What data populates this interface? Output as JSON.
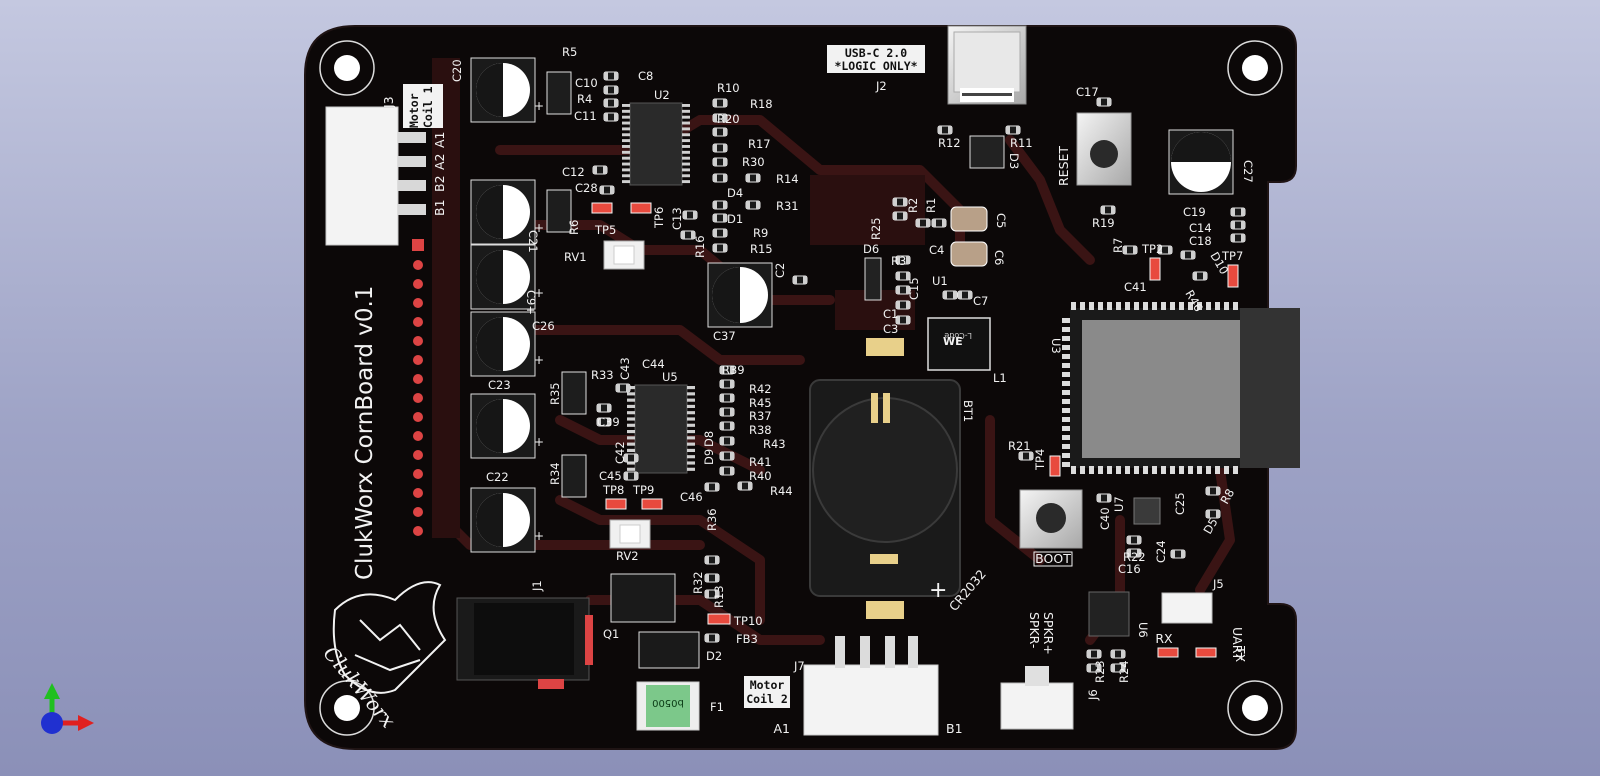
{
  "viewer": {
    "background_top": "#c4c8e0",
    "background_bottom": "#8b90b8",
    "axes_gizmo": {
      "x_color": "#e02020",
      "y_color": "#20c020",
      "z_color": "#2030d0"
    }
  },
  "board": {
    "soldermask_color": "#0c0808",
    "copper_color": "#3a1414",
    "title": "ClukWorx CornBoard v0.1",
    "logo_text": "ClukWorx",
    "usb_label_line1": "USB-C 2.0",
    "usb_label_line2": "*LOGIC ONLY*",
    "motor_coil_1": {
      "line1": "Motor",
      "line2": "Coil 1"
    },
    "motor_coil_2": {
      "line1": "Motor",
      "line2": "Coil 2"
    },
    "j3_pins": [
      "A1",
      "A2",
      "B2",
      "B1"
    ],
    "j7_pin_left": "A1",
    "j7_pin_right": "B1",
    "reset_label": "RESET",
    "boot_label": "BOOT",
    "battery_label": "CR2032",
    "speaker_labels": [
      "SPKR+",
      "SPKR-"
    ],
    "uart_label": "UART",
    "rx_label": "RX",
    "tx_label": "TX",
    "fuse_marking": "b0500",
    "inductor_marking": "L-Code",
    "inductor_logo": "WE"
  },
  "refdes": {
    "C20": "C20",
    "R5": "R5",
    "C8": "C8",
    "C10": "C10",
    "R4": "R4",
    "C11": "C11",
    "U2": "U2",
    "R10": "R10",
    "R18": "R18",
    "R20": "R20",
    "R17": "R17",
    "R30": "R30",
    "R14": "R14",
    "D4": "D4",
    "R31": "R31",
    "D1": "D1",
    "R9": "R9",
    "R16": "R16",
    "R15": "R15",
    "C12": "C12",
    "C28": "C28",
    "R6": "R6",
    "TP6": "TP6",
    "C13": "C13",
    "TP5": "TP5",
    "C21": "C21",
    "RV1": "RV1",
    "C9": "C9+",
    "C26": "C26",
    "C23": "C23",
    "C22": "C22",
    "J3": "J3",
    "C37": "C37",
    "C2": "C2",
    "R25": "R25",
    "R2": "R2",
    "R1": "R1",
    "C5": "C5",
    "C4": "C4",
    "C6": "C6",
    "D6": "D6",
    "R3": "R3",
    "U1": "U1",
    "C15": "C15",
    "C7": "C7",
    "C1": "C1",
    "C3": "C3",
    "L1": "L1",
    "BT1": "BT1",
    "J2": "J2",
    "R12": "R12",
    "R11": "R11",
    "D3": "D3",
    "C17": "C17",
    "C27": "C27",
    "R19": "R19",
    "R7": "R7",
    "TP2": "TP2",
    "C19": "C19",
    "C14": "C14",
    "C18": "C18",
    "D10": "D10",
    "TP7": "TP7",
    "C41": "C41",
    "R46": "R46",
    "U3": "U3",
    "R33": "R33",
    "C43": "C43",
    "C44": "C44",
    "U5": "U5",
    "R39": "R39",
    "R35": "R35",
    "R42": "R42",
    "R45": "R45",
    "C39": "C39",
    "R37": "R37",
    "R38": "R38",
    "R43": "R43",
    "C42": "C42",
    "D9": "D9",
    "D8": "D8",
    "R41": "R41",
    "R34": "R34",
    "C45": "C45",
    "R40": "R40",
    "R44": "R44",
    "C46": "C46",
    "TP8": "TP8",
    "TP9": "TP9",
    "R36": "R36",
    "RV2": "RV2",
    "R21": "R21",
    "TP4": "TP4",
    "C40": "C40",
    "U7": "U7",
    "C25": "C25",
    "R8": "R8",
    "D5": "D5",
    "R22": "R22",
    "C24": "C24",
    "C16": "C16",
    "J5": "J5",
    "U6": "U6",
    "R23": "R23",
    "R24": "R24",
    "J6": "J6",
    "J1": "J1",
    "Q1": "Q1",
    "R32": "R32",
    "R13": "R13",
    "TP10": "TP10",
    "FB3": "FB3",
    "D2": "D2",
    "F1": "F1",
    "J7": "J7"
  }
}
